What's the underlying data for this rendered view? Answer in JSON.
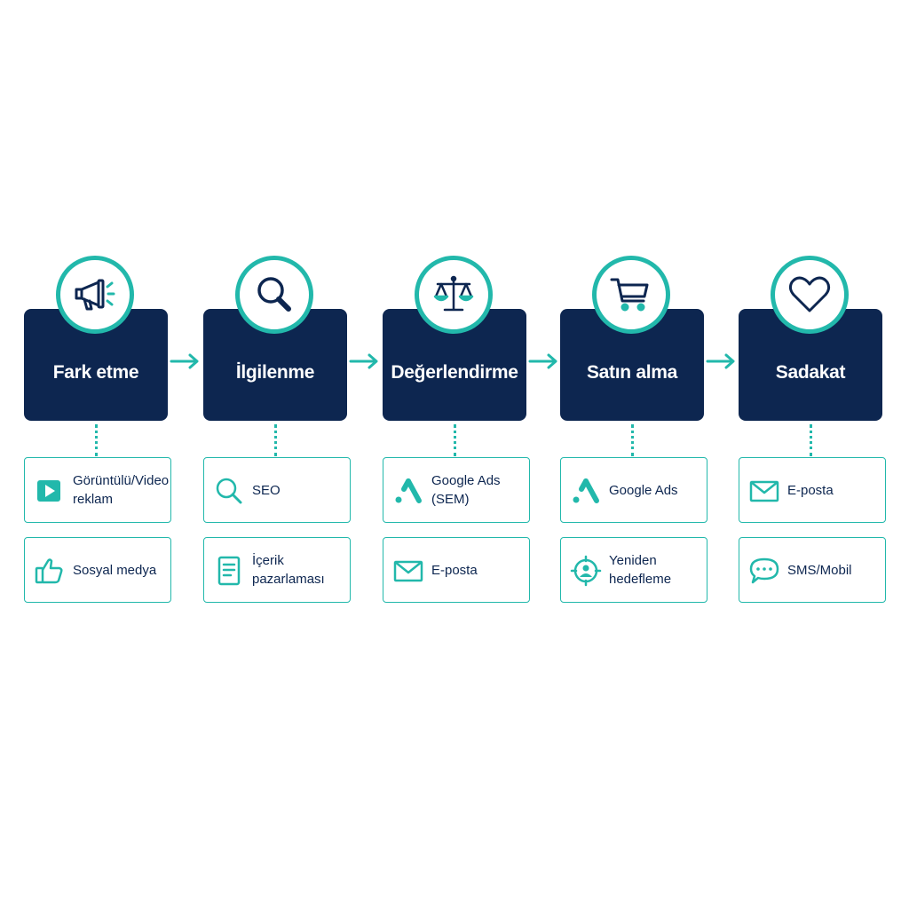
{
  "stages": [
    {
      "title": "Fark etme",
      "icon": "megaphone-icon",
      "channels": [
        {
          "label": "Görüntülü/Video reklam",
          "icon": "video-play-icon"
        },
        {
          "label": "Sosyal medya",
          "icon": "thumbs-up-icon"
        }
      ]
    },
    {
      "title": "İlgilenme",
      "icon": "magnifier-icon",
      "channels": [
        {
          "label": "SEO",
          "icon": "search-icon"
        },
        {
          "label": "İçerik pazarlaması",
          "icon": "document-icon"
        }
      ]
    },
    {
      "title": "Değerlendirme",
      "icon": "scales-icon",
      "channels": [
        {
          "label": "Google Ads (SEM)",
          "icon": "google-ads-icon"
        },
        {
          "label": "E-posta",
          "icon": "envelope-icon"
        }
      ]
    },
    {
      "title": "Satın alma",
      "icon": "shopping-cart-icon",
      "channels": [
        {
          "label": "Google Ads",
          "icon": "google-ads-icon"
        },
        {
          "label": "Yeniden hedefleme",
          "icon": "target-user-icon"
        }
      ]
    },
    {
      "title": "Sadakat",
      "icon": "heart-icon",
      "channels": [
        {
          "label": "E-posta",
          "icon": "envelope-icon"
        },
        {
          "label": "SMS/Mobil",
          "icon": "chat-bubble-icon"
        }
      ]
    }
  ],
  "colors": {
    "navy": "#0d2650",
    "teal": "#22b8ab",
    "background": "#ffffff"
  }
}
